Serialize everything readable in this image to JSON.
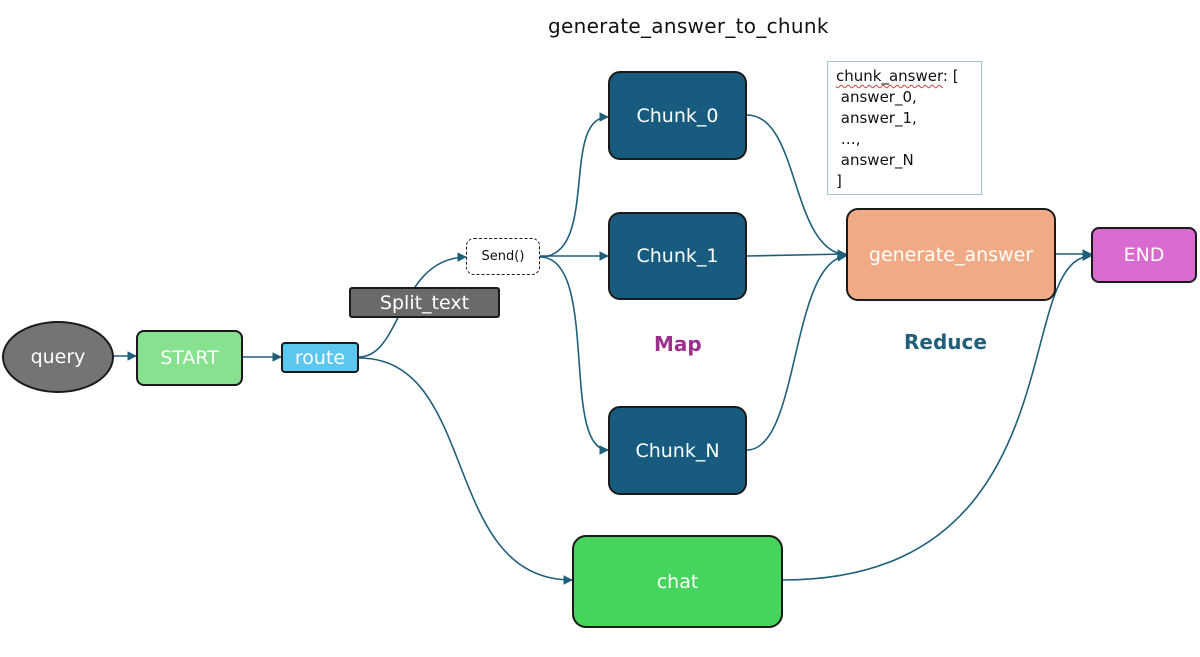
{
  "title": "generate_answer_to_chunk",
  "nodes": {
    "query": "query",
    "start": "START",
    "route": "route",
    "split_text": "Split_text",
    "send": "Send()",
    "chunk_0": "Chunk_0",
    "chunk_1": "Chunk_1",
    "chunk_n": "Chunk_N",
    "generate_answer": "generate_answer",
    "end": "END",
    "chat": "chat"
  },
  "sections": {
    "map": "Map",
    "reduce": "Reduce"
  },
  "note": {
    "key": "chunk_answer",
    "open": ": [",
    "lines": [
      "answer_0,",
      "answer_1,",
      "…,",
      "answer_N"
    ],
    "close": "]"
  },
  "colors": {
    "query": "#747474",
    "start": "#86e28f",
    "route": "#5bc6ee",
    "split_text": "#6a6a6a",
    "chunk": "#175c7f",
    "generate_answer": "#f0ab86",
    "end": "#d96ad0",
    "chat": "#45d45c",
    "edge": "#1f5f7a",
    "map_label": "#9b2f8c",
    "reduce_label": "#1f5f7a"
  }
}
